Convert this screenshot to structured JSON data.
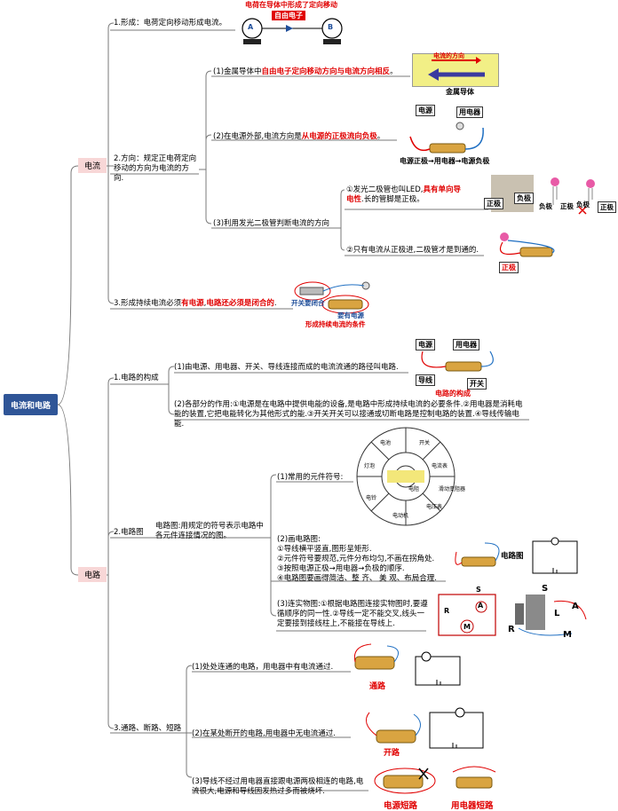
{
  "root": "电流和电路",
  "categories": {
    "current": "电流",
    "circuit": "电路"
  },
  "current": {
    "formation": "1.形成：电荷定向移动形成电流。",
    "formation_img": {
      "caption": "电荷在导体中形成了定向移动",
      "sub": "自由电子",
      "a": "A",
      "b": "B"
    },
    "direction": "2.方向：规定正电荷定向移动的方向为电流的方向.",
    "dir1": {
      "pre": "(1)金属导体中",
      "red": "自由电子定向移动方向与电流方向相反",
      "post": "。"
    },
    "dir1_img": {
      "arrow": "电流的方向",
      "label": "金属导体"
    },
    "dir2": {
      "pre": "(2)在电源外部,电流方向是",
      "red": "从电源的正极流向负极",
      "post": "。"
    },
    "dir2_img": {
      "power": "电源",
      "device": "用电器",
      "path": "电源正极→用电器→电源负极"
    },
    "dir3": "(3)利用发光二极管判断电流的方向",
    "dir3a": {
      "pre": "①发光二极管也叫LED,",
      "red": "具有单向导电性",
      "post": ".长的管脚是正极。"
    },
    "dir3a_img": {
      "pos": "正极",
      "neg": "负极",
      "pos2": "正极",
      "neg2": "负极",
      "neg3": "负极",
      "pos3": "正极"
    },
    "dir3b": "②只有电流从正极进,二极管才是到通的.",
    "dir3b_img": {
      "pos": "正极"
    },
    "continuous": {
      "pre": "3.形成持续电流必须",
      "red1": "有电源",
      "mid": ",",
      "red2": "电路还必须是闭合的",
      "post": "."
    },
    "continuous_img": {
      "l1": "开关要闭合",
      "l2": "要有电源",
      "l3": "形成持续电流的条件"
    }
  },
  "circuit": {
    "composition": "1.电路的构成",
    "comp1": "(1)由电源、用电器、开关、导线连接而成的电流流通的路径叫电路.",
    "comp1_img": {
      "power": "电源",
      "device": "用电器",
      "wire": "导线",
      "switch": "开关",
      "caption": "电路的构成"
    },
    "comp2": "(2)各部分的作用:①电源是在电路中提供电能的设备,是电路中形成持续电流的必要条件.②用电器是消耗电能的装置,它把电能转化为其他形式的能.③开关开关可以接通或切断电路是控制电路的装置.④导线传输电能.",
    "diagram": "2.电路图",
    "diagram_def": "电路图:用规定的符号表示电路中各元件连接情况的图。",
    "symbols": "(1)常用的元件符号:",
    "symbols_img": {
      "s1": "电池",
      "s2": "开关",
      "s3": "电流表",
      "s4": "电压表",
      "s5": "电动机",
      "s6": "电铃",
      "s7": "灯泡",
      "s8": "电阻",
      "s9": "滑动变阻器"
    },
    "drawing": "(2)画电路图:\n①导线横平竖直,图形呈矩形.\n②元件符号要规范,元件分布均匀,不画在拐角处.\n③按照电源正极→用电器→负极的顺序.\n④电路图要画得简洁、整 齐、 美 观、布局合理.",
    "drawing_img": {
      "label": "电路图"
    },
    "wiring": "(3)连实物图:①根据电路图连接实物图时,要遵循顺序的同一性.②导线一定不能交叉,线头一定要接到接线柱上,不能接在导线上.",
    "wiring_img": {
      "s": "S",
      "a": "A",
      "r": "R",
      "m": "M",
      "s2": "S",
      "a2": "A",
      "r2": "R",
      "m2": "M",
      "l": "L"
    },
    "types": "3.通路、断路、短路",
    "t1": "(1)处处连通的电路，用电器中有电流通过.",
    "t1_img": "通路",
    "t2": "(2)在某处断开的电路,用电器中无电流通过.",
    "t2_img": "开路",
    "t3": "(3)导线不经过用电器直接跟电源两极相连的电路,电流很大,电源和导线因发热过多而被烧坏.",
    "t3_img": {
      "a": "电源短路",
      "b": "用电器短路"
    }
  }
}
